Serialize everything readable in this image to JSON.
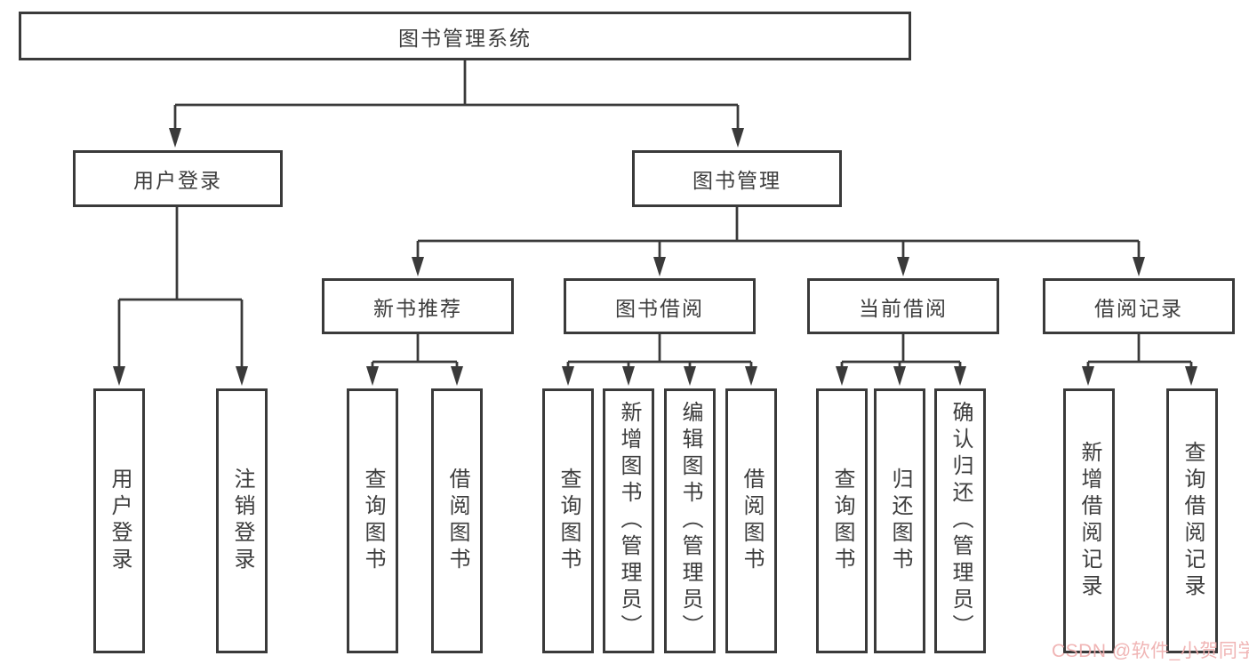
{
  "diagram": {
    "type": "tree",
    "root": {
      "label": "图书管理系统"
    },
    "branches": [
      {
        "label": "用户登录",
        "children": [
          {
            "label": "用户登录"
          },
          {
            "label": "注销登录"
          }
        ]
      },
      {
        "label": "图书管理",
        "children": [
          {
            "label": "新书推荐",
            "children": [
              {
                "label": "查询图书"
              },
              {
                "label": "借阅图书"
              }
            ]
          },
          {
            "label": "图书借阅",
            "children": [
              {
                "label": "查询图书"
              },
              {
                "label": "新增图书（管理员）"
              },
              {
                "label": "编辑图书（管理员）"
              },
              {
                "label": "借阅图书"
              }
            ]
          },
          {
            "label": "当前借阅",
            "children": [
              {
                "label": "查询图书"
              },
              {
                "label": "归还图书"
              },
              {
                "label": "确认归还（管理员）"
              }
            ]
          },
          {
            "label": "借阅记录",
            "children": [
              {
                "label": "新增借阅记录"
              },
              {
                "label": "查询借阅记录"
              }
            ]
          }
        ]
      }
    ]
  },
  "watermark": {
    "text": "CSDN @软件_小贺同学",
    "color": "#efadad"
  },
  "colors": {
    "line": "#3a3a3a",
    "text": "#3d3d3d",
    "background": "#ffffff"
  }
}
